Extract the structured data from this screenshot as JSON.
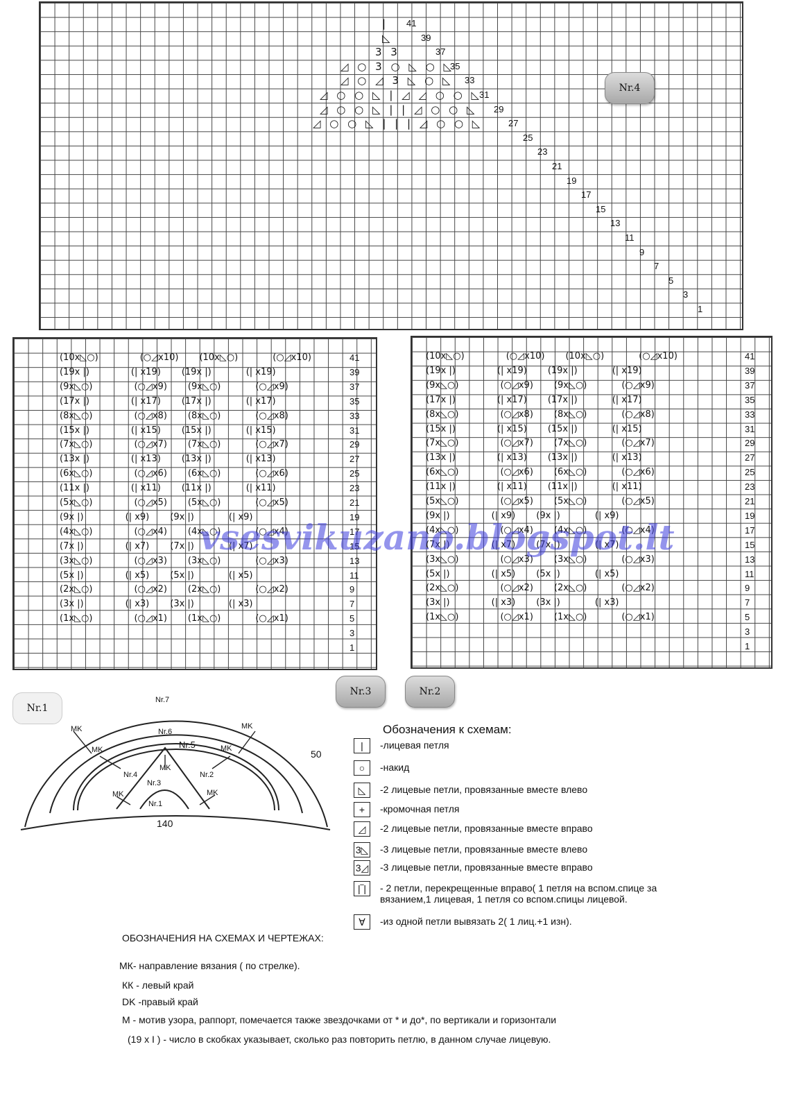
{
  "nr4_rows": [
    "41",
    "39",
    "37",
    "35",
    "33",
    "31",
    "29",
    "27",
    "25",
    "23",
    "21",
    "19",
    "17",
    "15",
    "13",
    "11",
    "9",
    "7",
    "5",
    "3",
    "1"
  ],
  "lower_rows": [
    "41",
    "39",
    "37",
    "35",
    "33",
    "31",
    "29",
    "27",
    "25",
    "23",
    "21",
    "19",
    "17",
    "15",
    "13",
    "11",
    "9",
    "7",
    "5",
    "3",
    "1"
  ],
  "nr4_pattern": [
    [
      "41",
      "|"
    ],
    [
      "39",
      "◺"
    ],
    [
      "37",
      "3 3"
    ],
    [
      "35",
      "◿ ○ 3 ○ ◺ ○ ◺"
    ],
    [
      "33",
      "◿ ○ ◿ 3 ◺ ○ ◺"
    ],
    [
      "31",
      "◿ ○ ○ ◺ | ◿ ◿ ○ ○ ◺"
    ],
    [
      "29",
      "◿ ○ ○ ◺ | | ◿ ○ ○ ◺"
    ],
    [
      "27",
      "◿ ○ ○ ◺ | | | ◿ ○ ○ ◺"
    ]
  ],
  "lower_pattern": {
    "left": [
      "(10x◺○)",
      "(19x |)",
      "(9x◺○)",
      "(17x |)",
      "(8x◺○)",
      "(15x |)",
      "(7x◺○)",
      "(13x |)",
      "(6x◺○)",
      "(11x |)",
      "(5x◺○)",
      "(9x |)",
      "(4x◺○)",
      "(7x |)",
      "(3x◺○)",
      "(5x |)",
      "(2x◺○)",
      "(3x |)",
      "(1x◺○)"
    ],
    "right": [
      "(○◿x10)",
      "(| x19)",
      "(○◿x9)",
      "(| x17)",
      "(○◿x8)",
      "(| x15)",
      "(○◿x7)",
      "(| x13)",
      "(○◿x6)",
      "(| x11)",
      "(○◿x5)",
      "(| x9)",
      "(○◿x4)",
      "(| x7)",
      "(○◿x3)",
      "(| x5)",
      "(○◿x2)",
      "(| x3)",
      "(○◿x1)"
    ]
  },
  "badges": {
    "nr4": "Nr.4",
    "nr3": "Nr.3",
    "nr2": "Nr.2",
    "nr1": "Nr.1"
  },
  "diagram": {
    "labels": [
      "Nr.7",
      "Nr.6",
      "Nr.5",
      "Nr.4",
      "Nr.3",
      "Nr.2",
      "Nr.1"
    ],
    "mk": "MK",
    "dim_height": "50",
    "dim_width": "140"
  },
  "legend": {
    "title": "Обозначения к схемам:",
    "items": [
      {
        "icon": "|",
        "text": "-лицевая петля"
      },
      {
        "icon": "○",
        "text": "-накид"
      },
      {
        "icon": "◺",
        "text": "-2 лицевые петли, провязанные вместе влево"
      },
      {
        "icon": "+",
        "text": "-кромочная петля"
      },
      {
        "icon": "◿",
        "text": "-2 лицевые петли, провязанные вместе вправо"
      },
      {
        "icon": "3◺",
        "text": "-3 лицевые петли, провязанные вместе влево"
      },
      {
        "icon": "3◿",
        "text": "-3 лицевые петли, провязанные вместе вправо"
      },
      {
        "icon": "|‾|",
        "text": "- 2 петли, перекрещенные вправо( 1 петля на вспом.спице за вязанием,1 лицевая, 1 петля со вспом.спицы лицевой."
      },
      {
        "icon": "∀",
        "text": "-из одной петли вывязать 2( 1 лиц.+1 изн)."
      }
    ]
  },
  "notes": {
    "title": "ОБОЗНАЧЕНИЯ НА СХЕМАХ И ЧЕРТЕЖАХ:",
    "mk": "МК- направление вязания ( по стрелке).",
    "kk": "КК - левый край",
    "dk": "DK -правый край",
    "m": "М -  мотив узора, раппорт, помечается также звездочками от * и до*, по вертикали и горизонтали",
    "repeat": "(19 x I ) - число в скобках указывает, сколько раз повторить петлю, в данном случае лицевую."
  },
  "watermark": "vsesvikuzano.blogspot.lt",
  "colors": {
    "watermark": "#3c3cdc",
    "badge": "#b8b8b8"
  }
}
